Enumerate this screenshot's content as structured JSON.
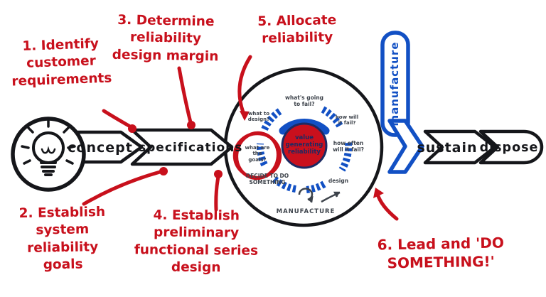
{
  "colors": {
    "annotation_red": "#c8101c",
    "process_blue": "#1250c4",
    "outline_black": "#15161a",
    "handwriting_gray": "#3d434b",
    "center_navy": "#1c2a63",
    "center_fill_red": "#c9101d"
  },
  "stages": {
    "concept": "concept",
    "specifications": "specifications",
    "manufacture": "manufacture",
    "sustain": "sustain",
    "dispose": "dispose"
  },
  "steps": {
    "s1": "1. Identify\ncustomer\nrequirements",
    "s2": "2. Establish\nsystem\nreliability goals",
    "s3": "3. Determine\nreliability\ndesign margin",
    "s4": "4. Establish\npreliminary\nfunctional series\ndesign",
    "s5": "5. Allocate\nreliability",
    "s6": "6. Lead and 'DO\nSOMETHING!'"
  },
  "cycle": {
    "center": "value\ngenerating\nreliability",
    "goal_question": "what are\nthe\ngoals?",
    "design_question": "what to\ndesign?",
    "fail_question": "what's going\nto fail?",
    "how_fail": "how will\nit fail?",
    "how_often": "how often\nwill it fail?",
    "design": "design",
    "decide": "DECIDE TO DO\nSOMETHING",
    "manufacture": "MANUFACTURE"
  }
}
